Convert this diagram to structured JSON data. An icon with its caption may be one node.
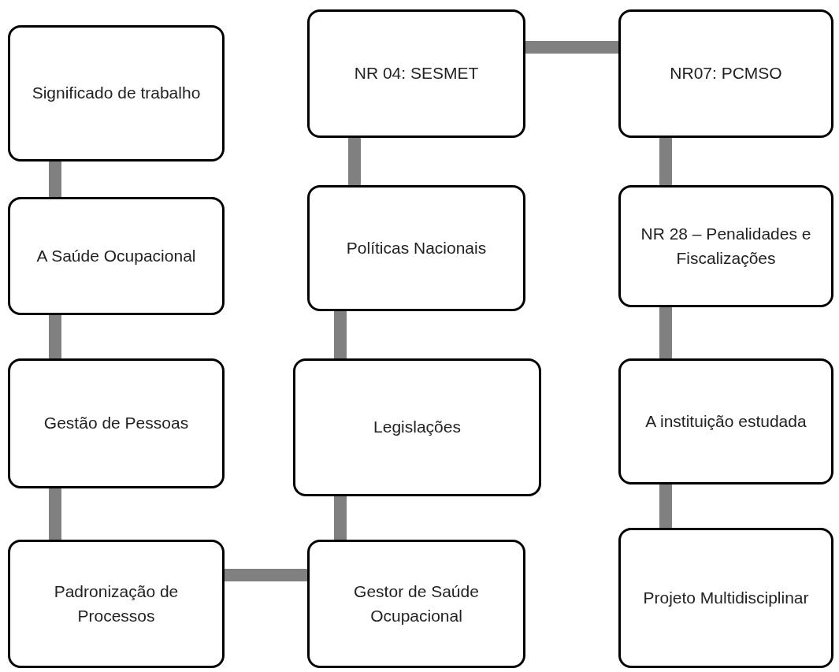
{
  "diagram": {
    "nodes": [
      {
        "text": [
          "Significado de trabalho"
        ]
      },
      {
        "text": [
          "A Saúde Ocupacional"
        ]
      },
      {
        "text": [
          "Gestão de Pessoas"
        ]
      },
      {
        "text": [
          "Padronização de Processos"
        ]
      },
      {
        "text": [
          "Gestor de Saúde Ocupacional"
        ]
      },
      {
        "text": [
          "Legislações"
        ]
      },
      {
        "text": [
          "Políticas Nacionais"
        ]
      },
      {
        "text": [
          "NR 04: SESMET"
        ]
      },
      {
        "text": [
          "NR07: PCMSO"
        ]
      },
      {
        "text": [
          "NR 28 – Penalidades e Fiscalizações"
        ]
      },
      {
        "text": [
          "A instituição estudada"
        ]
      },
      {
        "text": [
          "Projeto Multidisciplinar"
        ]
      }
    ],
    "edges": [
      {
        "from": 0,
        "to": 1,
        "arrow": "none"
      },
      {
        "from": 1,
        "to": 2,
        "arrow": "none"
      },
      {
        "from": 2,
        "to": 3,
        "arrow": "none"
      },
      {
        "from": 3,
        "to": 4,
        "arrow": "none"
      },
      {
        "from": 4,
        "to": 5,
        "arrow": "none"
      },
      {
        "from": 5,
        "to": 6,
        "arrow": "none"
      },
      {
        "from": 6,
        "to": 7,
        "arrow": "none"
      },
      {
        "from": 7,
        "to": 8,
        "arrow": "none"
      },
      {
        "from": 8,
        "to": 9,
        "arrow": "none"
      },
      {
        "from": 9,
        "to": 10,
        "arrow": "none"
      },
      {
        "from": 10,
        "to": 11,
        "arrow": "none"
      }
    ]
  }
}
